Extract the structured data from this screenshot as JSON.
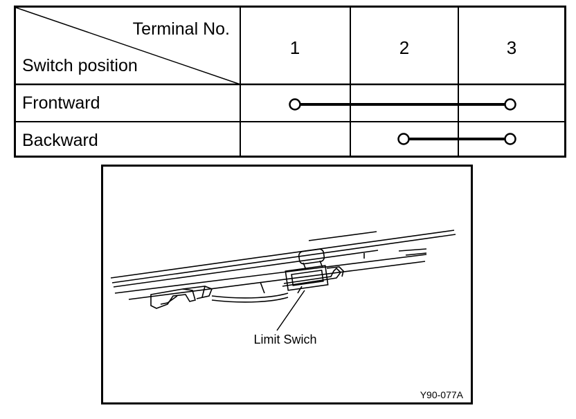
{
  "table": {
    "header_terminal": "Terminal No.",
    "header_switch": "Switch position",
    "terminals": [
      "1",
      "2",
      "3"
    ],
    "rows": [
      {
        "label": "Frontward",
        "connection": [
          "1",
          "3"
        ]
      },
      {
        "label": "Backward",
        "connection": [
          "2",
          "3"
        ]
      }
    ]
  },
  "figure": {
    "callout": "Limit Swich",
    "code": "Y90-077A"
  }
}
